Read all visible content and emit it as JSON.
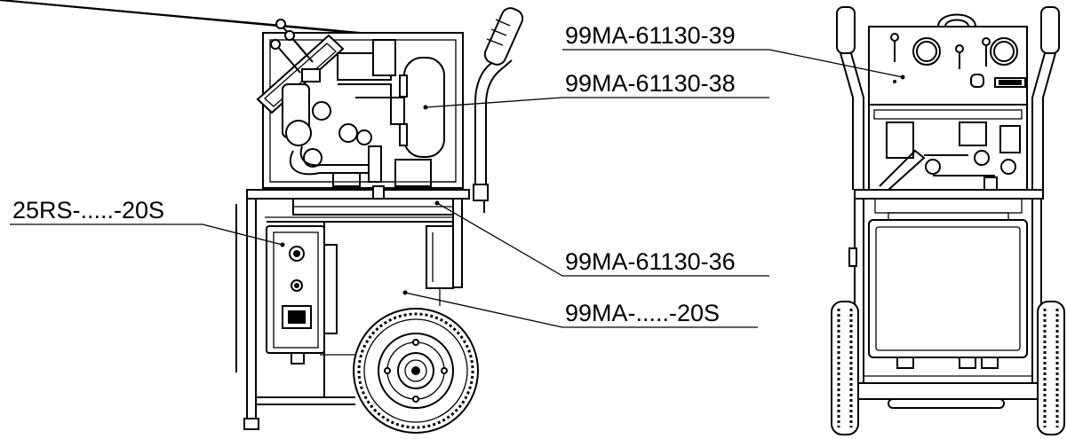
{
  "callouts": [
    {
      "id": "c1",
      "text": "99MA-61130-39"
    },
    {
      "id": "c2",
      "text": "99MA-61130-38"
    },
    {
      "id": "c3",
      "text": "25RS-.....-20S"
    },
    {
      "id": "c4",
      "text": "99MA-61130-36"
    },
    {
      "id": "c5",
      "text": "99MA-.....-20S"
    }
  ]
}
